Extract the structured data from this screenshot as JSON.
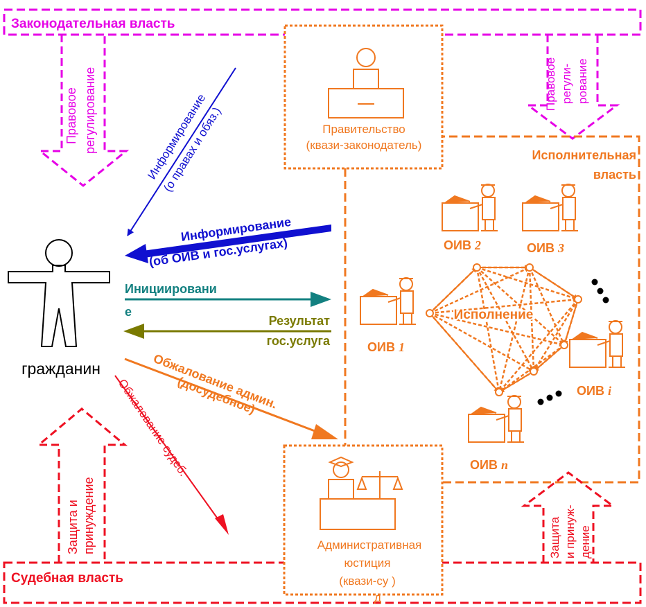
{
  "colors": {
    "legislative": "#e600e6",
    "executive": "#f07820",
    "judicial": "#ee1122",
    "info": "#1010d0",
    "initiation": "#138080",
    "result": "#7a7a00",
    "text": "#000000"
  },
  "legislative": {
    "title": "Законодательная власть",
    "reg_left": [
      "Правовое",
      "регулирование"
    ],
    "reg_right": [
      "Правовое",
      "регули-",
      "рование"
    ]
  },
  "government": {
    "line1": "Правительство",
    "line2": "(квази-законодатель)"
  },
  "executive": {
    "title_line1": "Исполнительная",
    "title_line2": "власть",
    "execution": "Исполнение",
    "oiv": [
      {
        "prefix": "ОИВ ",
        "index": "1"
      },
      {
        "prefix": "ОИВ ",
        "index": "2"
      },
      {
        "prefix": "ОИВ ",
        "index": "3"
      },
      {
        "prefix": "ОИВ ",
        "index": "i"
      },
      {
        "prefix": "ОИВ ",
        "index": "n"
      }
    ]
  },
  "citizen": {
    "label": "гражданин"
  },
  "flows": {
    "inform_rights_1": "Информирование",
    "inform_rights_2": "(о правах и обяз.)",
    "inform_oiv_1": "Информирование",
    "inform_oiv_2": "(об ОИВ и гос.услугах)",
    "initiation_1": "Инициировани",
    "initiation_2": "е",
    "result_1": "Результат",
    "result_2": "гос.услуга",
    "appeal_admin_1": "Обжалование админ.",
    "appeal_admin_2": "(досудебное)",
    "appeal_court": "Обжалование судеб."
  },
  "judicial": {
    "title": "Судебная власть",
    "protect_left": [
      "Защита и",
      "принуждение"
    ],
    "protect_right": [
      "Защита",
      "и принуж-",
      "дение"
    ]
  },
  "justice": {
    "line1": "Административная",
    "line2": "юстиция",
    "line3": "(квази-су  )",
    "line4": "д"
  }
}
